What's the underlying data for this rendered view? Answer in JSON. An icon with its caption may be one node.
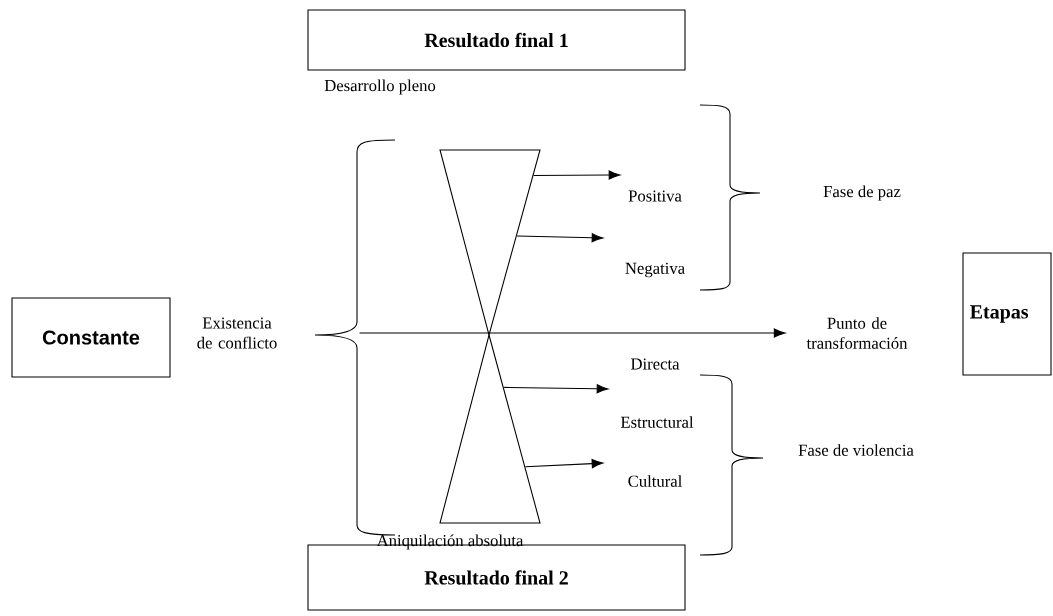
{
  "diagram": {
    "nodes": [
      {
        "text": [
          "Resultado final 1"
        ]
      },
      {
        "text": [],
        "shape": "triangle"
      },
      {
        "text": [
          "Constante"
        ]
      },
      {
        "text": [
          "Punto de transformación"
        ]
      },
      {
        "text": [
          "Etapas"
        ]
      },
      {
        "text": [],
        "shape": "triangle"
      },
      {
        "text": [
          "Resultado final 2"
        ]
      },
      {
        "text": [],
        "shape": "brace"
      }
    ],
    "edges": [
      {
        "from": 1,
        "to": null,
        "arrow": "to"
      },
      {
        "from": 1,
        "to": null,
        "arrow": "to"
      },
      {
        "from": 7,
        "to": 3,
        "arrow": "to"
      },
      {
        "from": 5,
        "to": null,
        "arrow": "to"
      },
      {
        "from": 5,
        "to": null,
        "arrow": "to"
      }
    ],
    "labels": [
      "Desarrollo pleno",
      "Fase de paz",
      "Positiva",
      "Negativa",
      "Existencia de conflicto",
      "Directa",
      "Estructural",
      "Fase de violencia",
      "Cultural",
      "Aniquilación absoluta"
    ]
  }
}
